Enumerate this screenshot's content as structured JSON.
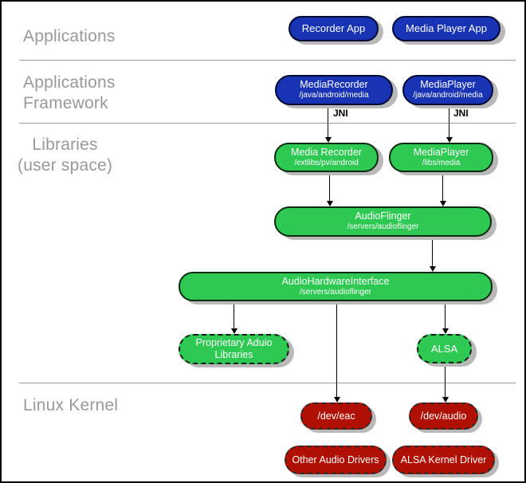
{
  "sections": {
    "applications": "Applications",
    "applications_framework": "Applications\n Framework",
    "libraries": "Libraries\n(user space)",
    "linux_kernel": "Linux Kernel"
  },
  "labels": {
    "jni_left": "JNI",
    "jni_right": "JNI"
  },
  "nodes": {
    "recorder_app": {
      "title": "Recorder App"
    },
    "media_player_app": {
      "title": "Media Player App"
    },
    "media_recorder_framework": {
      "title": "MediaRecorder",
      "subtitle": "/java/android/media"
    },
    "media_player_framework": {
      "title": "MediaPlayer",
      "subtitle": "/java/android/media"
    },
    "media_recorder_lib": {
      "title": "Media Recorder",
      "subtitle": "/extlibs/pv/android"
    },
    "media_player_lib": {
      "title": "MediaPlayer",
      "subtitle": "/libs/media"
    },
    "audio_flinger": {
      "title": "AudioFlinger",
      "subtitle": "/servers/audioflinger"
    },
    "audio_hardware_interface": {
      "title": "AudioHardwareInterface",
      "subtitle": "/servers/audioflinger"
    },
    "proprietary_audio_libraries": {
      "title": "Proprietary Aduio\nLibraries"
    },
    "alsa": {
      "title": "ALSA"
    },
    "dev_eac": {
      "title": "/dev/eac"
    },
    "dev_audio": {
      "title": "/dev/audio"
    },
    "other_audio_drivers": {
      "title": "Other Audio Drivers"
    },
    "alsa_kernel_driver": {
      "title": "ALSA Kernel Driver"
    }
  },
  "colors": {
    "application_blue": "#1834b4",
    "library_green": "#2ec952",
    "kernel_red": "#b01003",
    "shadow_gray": "#b9b9b9",
    "section_label_gray": "#999999",
    "divider_gray": "#9a9a9a",
    "connector_black": "#000000",
    "node_text": "#ffffff",
    "background": "#ffffff"
  }
}
